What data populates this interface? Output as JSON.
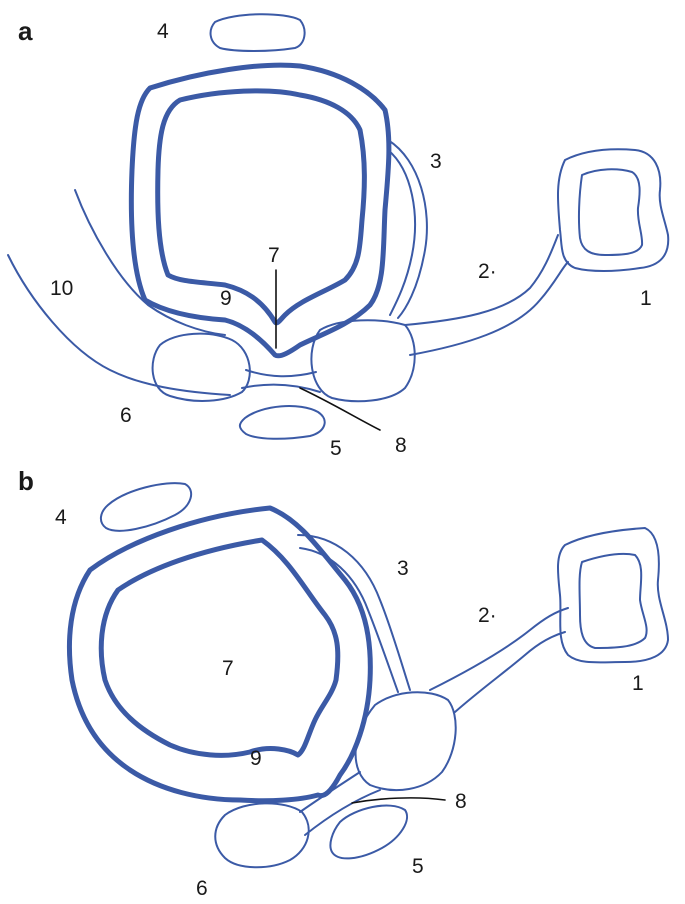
{
  "colors": {
    "outline": "#3b5aa6",
    "text": "#1a1a1a"
  },
  "panels": [
    {
      "id": "a",
      "letter": "a",
      "labels": {
        "l1": "1",
        "l2": "2·",
        "l3": "3",
        "l4": "4",
        "l5": "5",
        "l6": "6",
        "l7": "7",
        "l8": "8",
        "l9": "9",
        "l10": "10"
      }
    },
    {
      "id": "b",
      "letter": "b",
      "labels": {
        "l1": "1",
        "l2": "2·",
        "l3": "3",
        "l4": "4",
        "l5": "5",
        "l6": "6",
        "l7": "7",
        "l8": "8",
        "l9": "9"
      }
    }
  ]
}
